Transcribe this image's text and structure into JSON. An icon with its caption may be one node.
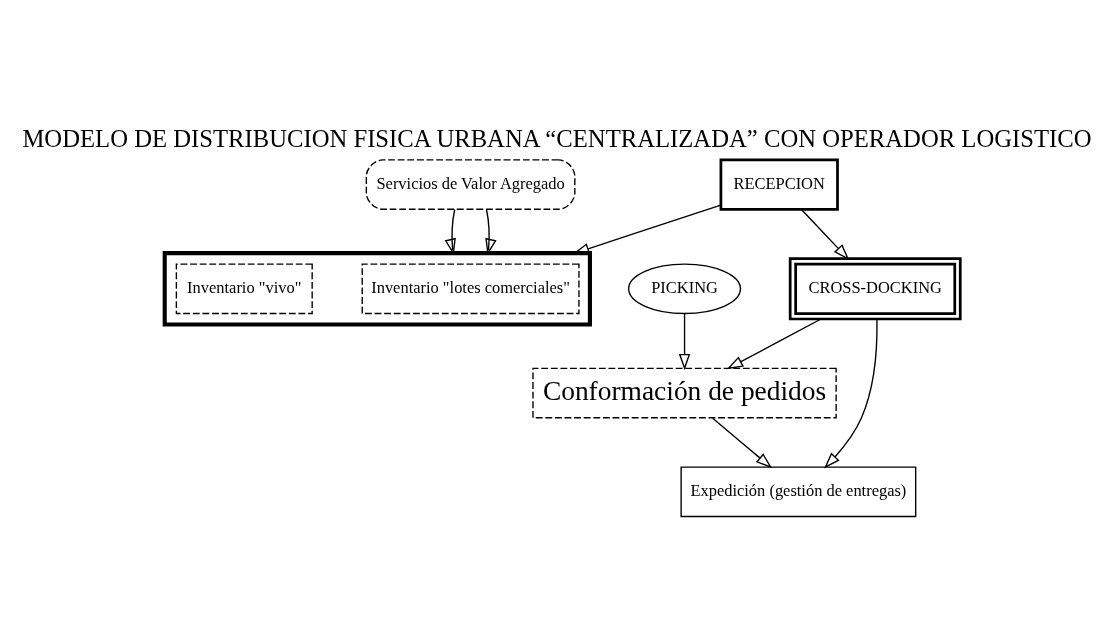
{
  "diagram": {
    "title": "MODELO DE DISTRIBUCION FISICA URBANA “CENTRALIZADA” CON OPERADOR LOGISTICO",
    "nodes": [
      {
        "text": [
          "RECEPCION"
        ]
      },
      {
        "text": [],
        "shape": "box"
      },
      {
        "text": [
          "Servicios de Valor Agregado"
        ]
      },
      {
        "text": [
          "Inventario \"lotes comerciales\""
        ],
        "in": 1
      },
      {
        "text": [
          "Inventario \"vivo\""
        ],
        "in": 1
      },
      {
        "text": [
          "PICKING"
        ]
      },
      {
        "text": [
          "Conformación de pedidos"
        ]
      },
      {
        "text": [
          "CROSS-DOCKING"
        ]
      },
      {
        "text": [
          "Expedición (gestión de entregas)"
        ]
      }
    ],
    "edges": [
      {
        "from": 0,
        "to": 1,
        "arrow": "to"
      },
      {
        "from": 0,
        "to": 7,
        "arrow": "to"
      },
      {
        "from": 2,
        "to": 1,
        "arrow": "to"
      },
      {
        "from": 2,
        "to": 1,
        "arrow": "to"
      },
      {
        "from": 5,
        "to": 6,
        "arrow": "to"
      },
      {
        "from": 6,
        "to": 8,
        "arrow": "to"
      },
      {
        "from": 7,
        "to": 6,
        "arrow": "to"
      },
      {
        "from": 7,
        "to": 8,
        "arrow": "to"
      }
    ]
  }
}
